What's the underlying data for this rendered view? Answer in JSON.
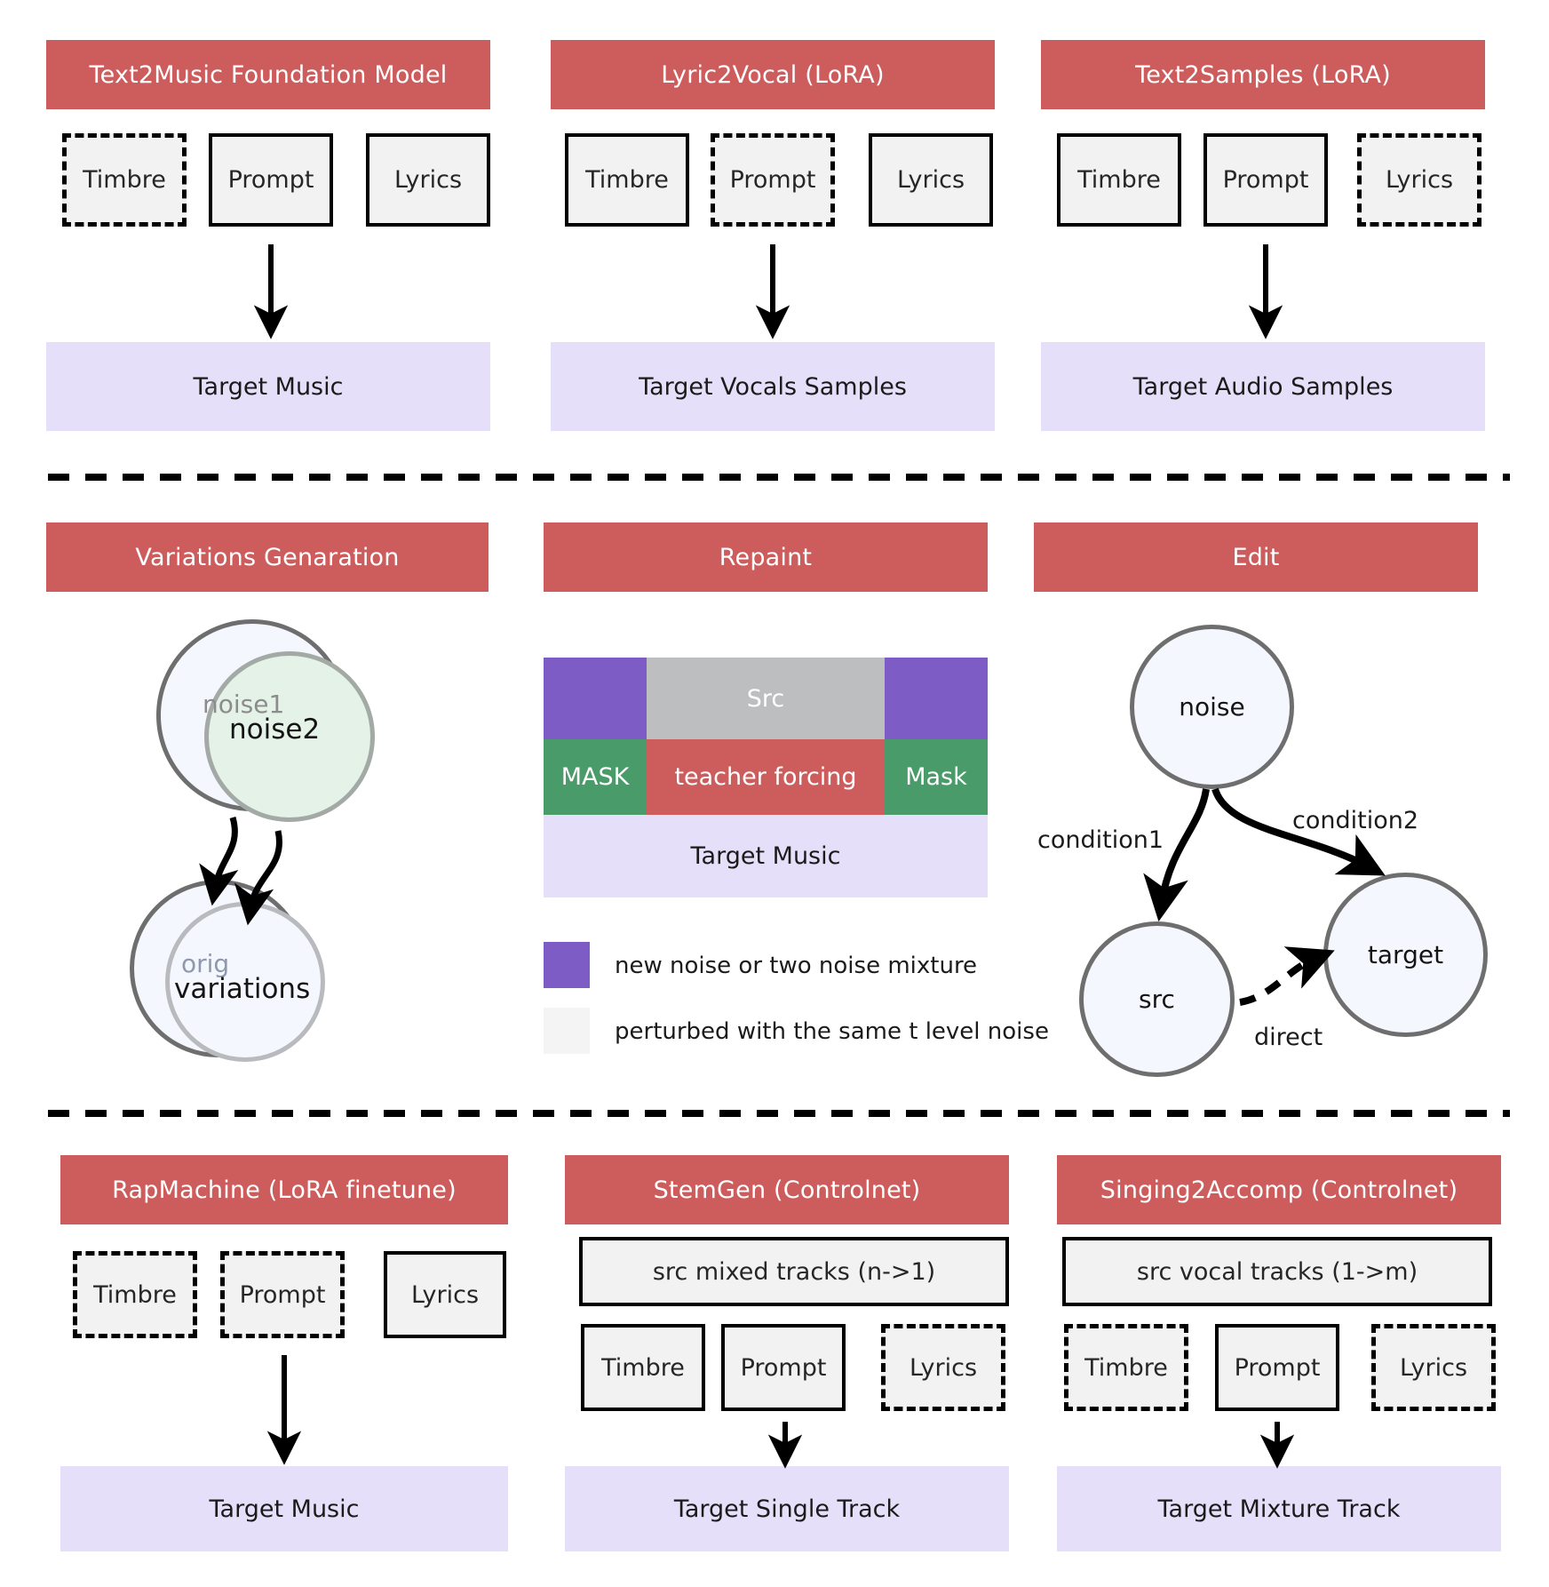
{
  "colors": {
    "panel_header": "#cd5c5c",
    "target_band": "#e6dff9",
    "token_fill": "#f2f2f2",
    "token_border": "#000000",
    "purple": "#7d5cc6",
    "gray": "#bcbec0",
    "green": "#4a9b6a",
    "red": "#cd5c5c",
    "circle_stroke": "#6e6e6e",
    "circle_blue_fill": "#f4f7fd",
    "circle_green_fill": "#e4f2e8",
    "separator": "#000000"
  },
  "row1": {
    "panels": [
      {
        "title": "Text2Music Foundation Model",
        "tokens": [
          {
            "label": "Timbre",
            "style": "dashed"
          },
          {
            "label": "Prompt",
            "style": "solid"
          },
          {
            "label": "Lyrics",
            "style": "solid"
          }
        ],
        "target": "Target Music"
      },
      {
        "title": "Lyric2Vocal (LoRA)",
        "tokens": [
          {
            "label": "Timbre",
            "style": "solid"
          },
          {
            "label": "Prompt",
            "style": "dashed"
          },
          {
            "label": "Lyrics",
            "style": "solid"
          }
        ],
        "target": "Target Vocals Samples"
      },
      {
        "title": "Text2Samples (LoRA)",
        "tokens": [
          {
            "label": "Timbre",
            "style": "solid"
          },
          {
            "label": "Prompt",
            "style": "solid"
          },
          {
            "label": "Lyrics",
            "style": "dashed"
          }
        ],
        "target": "Target Audio Samples"
      }
    ]
  },
  "row2": {
    "variations": {
      "title": "Variations Genaration",
      "top_back_label": "noise1",
      "top_front_label": "noise2",
      "bottom_back_label": "orig",
      "bottom_front_label": "variations"
    },
    "repaint": {
      "title": "Repaint",
      "strip_top": [
        {
          "label": "",
          "color": "purple"
        },
        {
          "label": "Src",
          "color": "gray"
        },
        {
          "label": "",
          "color": "purple"
        }
      ],
      "strip_bottom": [
        {
          "label": "MASK",
          "color": "green"
        },
        {
          "label": "teacher forcing",
          "color": "red"
        },
        {
          "label": "Mask",
          "color": "green"
        }
      ],
      "target": "Target Music",
      "legend": [
        {
          "swatch": "purple",
          "text": "new noise or two noise mixture"
        },
        {
          "swatch": "light",
          "text": "perturbed with the same t level noise"
        }
      ]
    },
    "edit": {
      "title": "Edit",
      "nodes": {
        "noise": "noise",
        "src": "src",
        "target": "target"
      },
      "edges": {
        "condition1": "condition1",
        "condition2": "condition2",
        "direct": "direct"
      }
    }
  },
  "row3": {
    "panels": [
      {
        "title": "RapMachine (LoRA finetune)",
        "wide_token": null,
        "tokens": [
          {
            "label": "Timbre",
            "style": "dashed"
          },
          {
            "label": "Prompt",
            "style": "dashed"
          },
          {
            "label": "Lyrics",
            "style": "solid"
          }
        ],
        "target": "Target Music"
      },
      {
        "title": "StemGen (Controlnet)",
        "wide_token": "src mixed tracks (n->1)",
        "tokens": [
          {
            "label": "Timbre",
            "style": "solid"
          },
          {
            "label": "Prompt",
            "style": "solid"
          },
          {
            "label": "Lyrics",
            "style": "dashed"
          }
        ],
        "target": "Target Single Track"
      },
      {
        "title": "Singing2Accomp (Controlnet)",
        "wide_token": "src vocal tracks (1->m)",
        "tokens": [
          {
            "label": "Timbre",
            "style": "dashed"
          },
          {
            "label": "Prompt",
            "style": "solid"
          },
          {
            "label": "Lyrics",
            "style": "dashed"
          }
        ],
        "target": "Target Mixture Track"
      }
    ]
  }
}
